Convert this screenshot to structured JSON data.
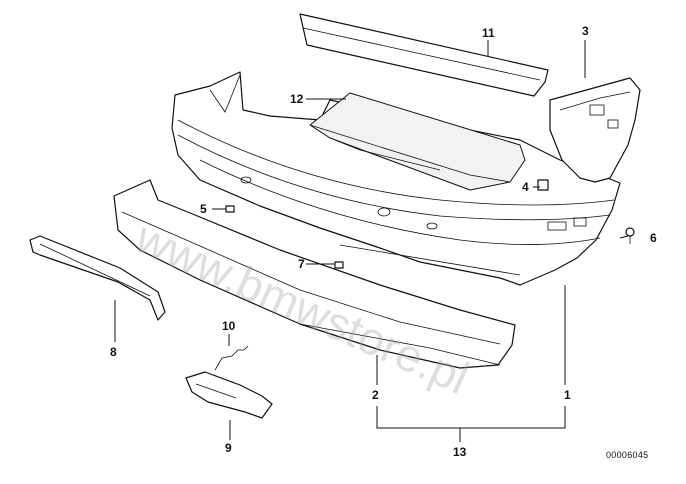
{
  "diagram": {
    "callouts": [
      {
        "id": "c1",
        "label": "1"
      },
      {
        "id": "c2",
        "label": "2"
      },
      {
        "id": "c3",
        "label": "3"
      },
      {
        "id": "c4",
        "label": "4"
      },
      {
        "id": "c5",
        "label": "5"
      },
      {
        "id": "c6",
        "label": "6"
      },
      {
        "id": "c7",
        "label": "7"
      },
      {
        "id": "c8",
        "label": "8"
      },
      {
        "id": "c9",
        "label": "9"
      },
      {
        "id": "c10",
        "label": "10"
      },
      {
        "id": "c11",
        "label": "11"
      },
      {
        "id": "c12",
        "label": "12"
      },
      {
        "id": "c13",
        "label": "13"
      }
    ],
    "reference_number": "00006045",
    "watermark": "www.bmwstore.pl"
  }
}
